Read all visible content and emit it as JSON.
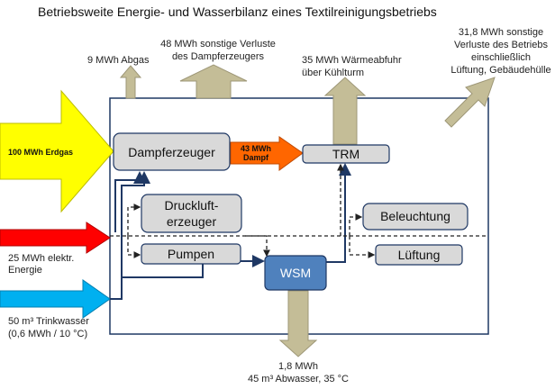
{
  "title": "Betriebsweite Energie- und Wasserbilanz eines Textilreinigungsbetriebs",
  "inputs": {
    "gas_label": "100 MWh Erdgas",
    "electric_label_1": "25 MWh elektr.",
    "electric_label_2": "Energie",
    "water_label_1": "50 m³ Trinkwasser",
    "water_label_2": "(0,6 MWh / 10 °C)"
  },
  "components": {
    "dampferzeuger": "Dampferzeuger",
    "trm": "TRM",
    "druckluft_1": "Druckluft-",
    "druckluft_2": "erzeuger",
    "pumpen": "Pumpen",
    "wsm": "WSM",
    "beleuchtung": "Beleuchtung",
    "lueftung": "Lüftung"
  },
  "flows": {
    "steam_1": "43 MWh",
    "steam_2": "Dampf",
    "abgas": "9 MWh Abgas",
    "dampf_verluste_1": "48 MWh sonstige Verluste",
    "dampf_verluste_2": "des Dampferzeugers",
    "kuehlturm_1": "35 MWh Wärmeabfuhr",
    "kuehlturm_2": "über Kühlturm",
    "betrieb_verluste_1": "31,8 MWh sonstige",
    "betrieb_verluste_2": "Verluste des Betriebs",
    "betrieb_verluste_3": "einschließlich",
    "betrieb_verluste_4": "Lüftung, Gebäudehülle",
    "abwasser_1": "1,8 MWh",
    "abwasser_2": "45 m³ Abwasser, 35 °C"
  },
  "colors": {
    "gas": "#FFFF00",
    "electric": "#FF0000",
    "water": "#00B0F0",
    "steam": "#FF6600",
    "loss": "#C4BD97",
    "component_fill": "#D9D9D9",
    "wsm_fill": "#4F81BD",
    "line": "#1F3864"
  }
}
